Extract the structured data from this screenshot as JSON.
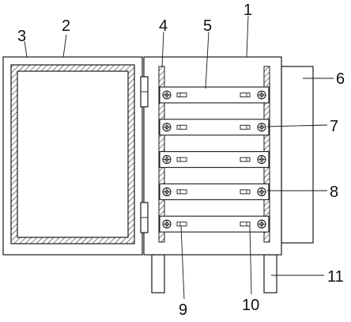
{
  "labels": {
    "l1": "1",
    "l2": "2",
    "l3": "3",
    "l4": "4",
    "l5": "5",
    "l6": "6",
    "l7": "7",
    "l8": "8",
    "l9": "9",
    "l10": "10",
    "l11": "11"
  },
  "colors": {
    "stroke": "#1a1a1a",
    "background": "#ffffff"
  },
  "shelf_count": 5
}
